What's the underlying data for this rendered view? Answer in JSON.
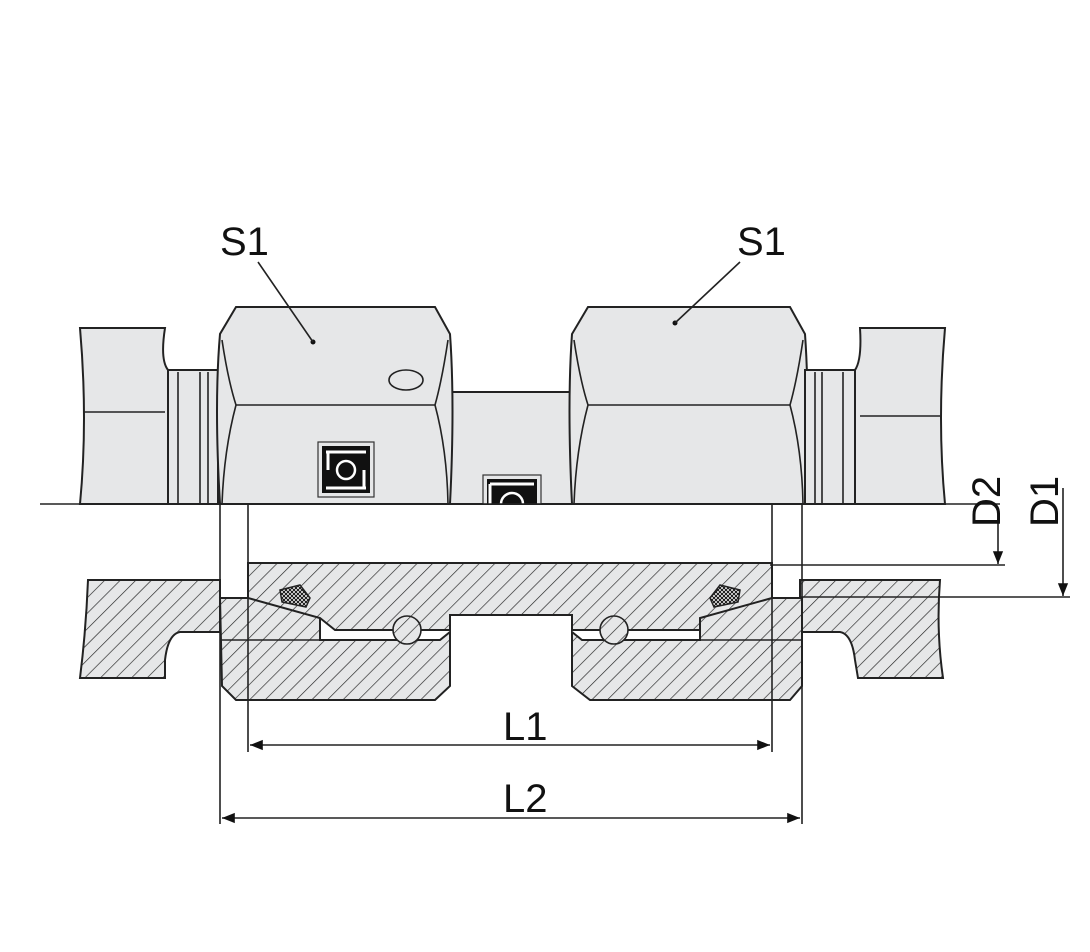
{
  "labels": {
    "s1_left": "S1",
    "s1_right": "S1",
    "l1": "L1",
    "l2": "L2",
    "d1": "D1",
    "d2": "D2"
  },
  "colors": {
    "body_fill": "#e6e7e8",
    "line": "#222222"
  }
}
